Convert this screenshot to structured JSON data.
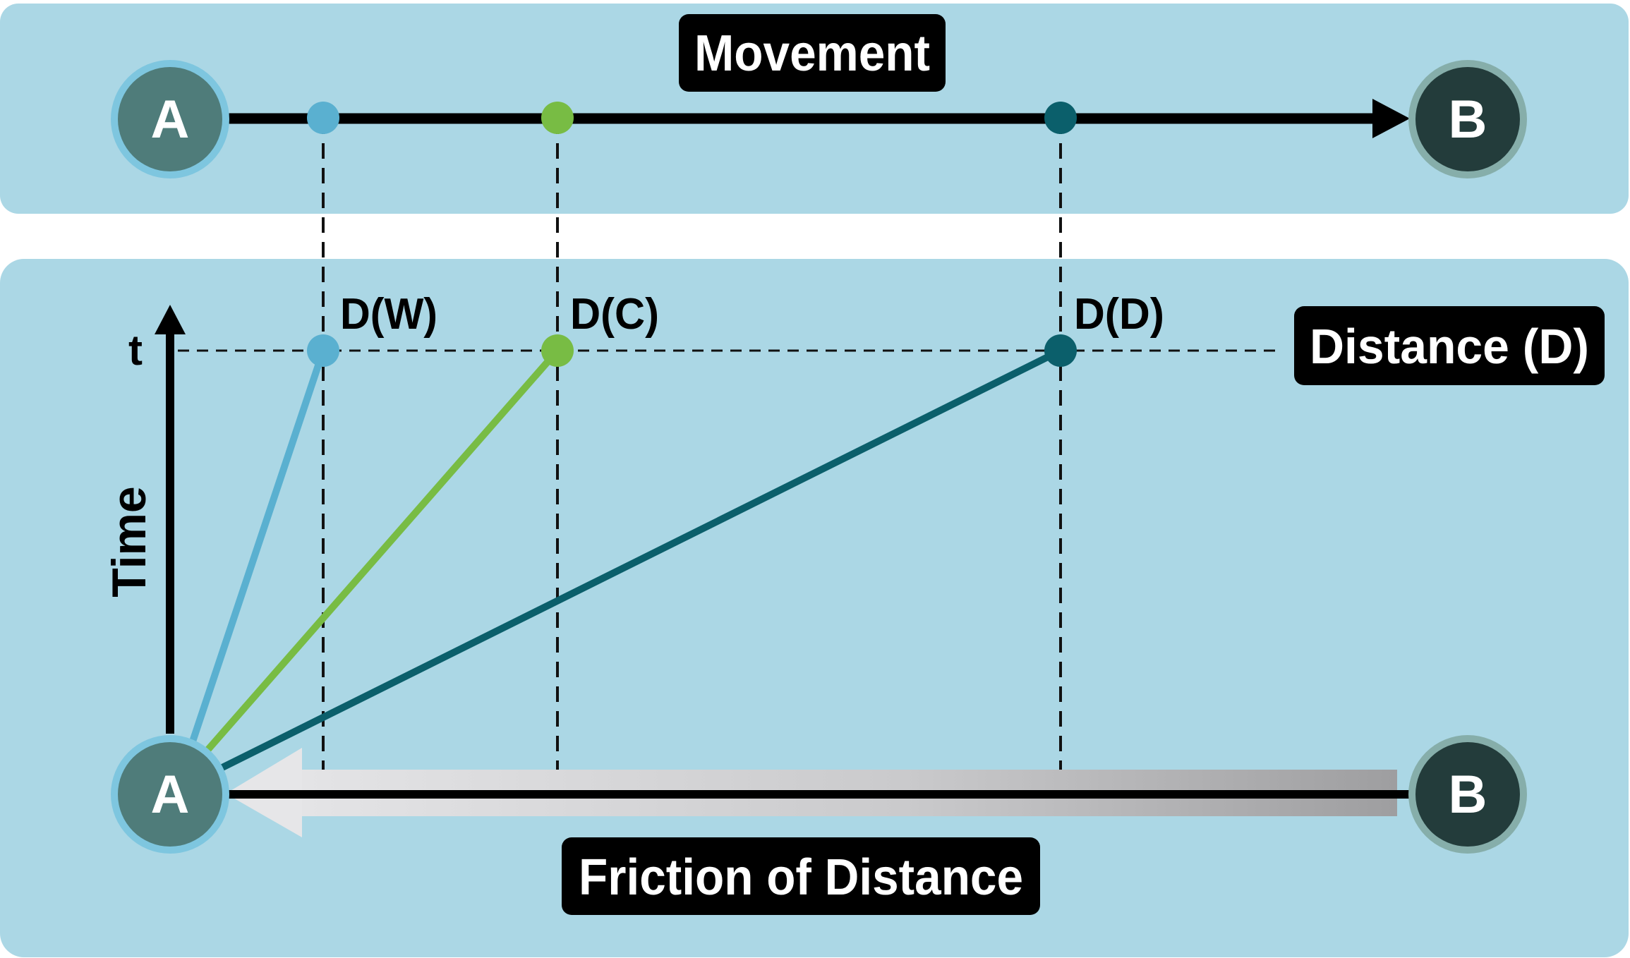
{
  "top_panel": {
    "title": "Movement",
    "origin": "A",
    "destination": "B"
  },
  "bottom_panel": {
    "time_axis_label": "Time",
    "time_tick": "t",
    "distance_label": "Distance (D)",
    "friction_label": "Friction of Distance",
    "origin": "A",
    "destination": "B",
    "modes": [
      {
        "label": "D(W)",
        "color": "#5ab0d0"
      },
      {
        "label": "D(C)",
        "color": "#78bc44"
      },
      {
        "label": "D(D)",
        "color": "#0b5f6b"
      }
    ]
  },
  "colors": {
    "panel_bg": "#abd7e5",
    "node_a_fill": "#4f7c7a",
    "node_a_ring": "#7ec6df",
    "node_b_fill": "#233c3b",
    "node_b_ring": "#86aeaa",
    "label_bg": "#000000",
    "label_text": "#ffffff"
  }
}
